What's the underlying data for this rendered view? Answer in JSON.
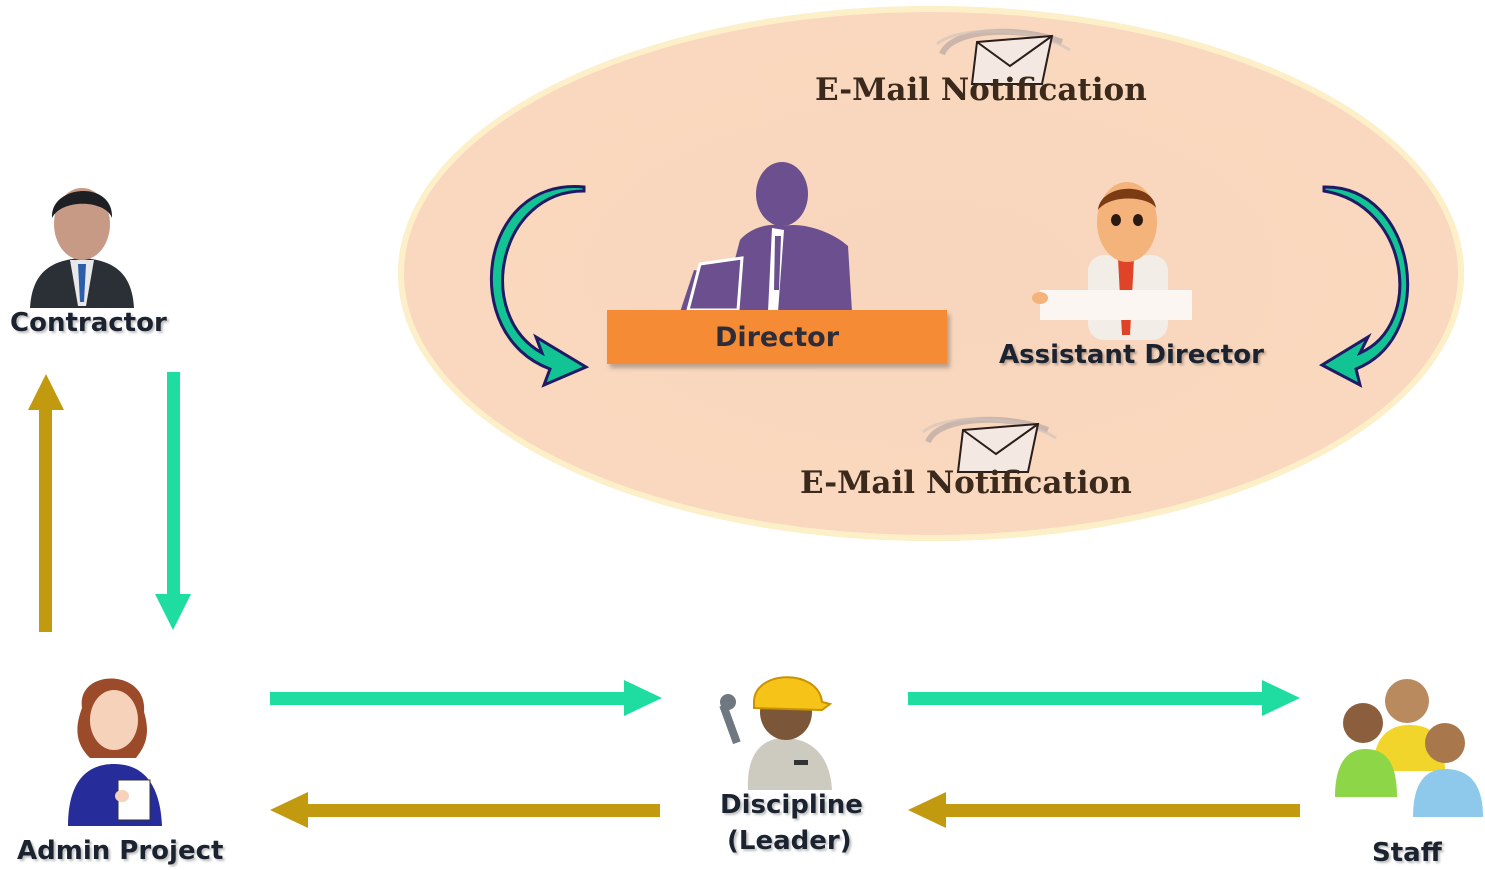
{
  "nodes": {
    "contractor": "Contractor",
    "admin_project": "Admin Project",
    "discipline_line1": "Discipline",
    "discipline_line2": "(Leader)",
    "staff": "Staff",
    "director": "Director",
    "assistant_director": "Assistant Director"
  },
  "notifications": {
    "top": "E-Mail Notification",
    "bottom": "E-Mail Notification"
  },
  "colors": {
    "forward_arrow": "#1fdca0",
    "return_arrow": "#c29a0f",
    "director_box": "#f68b35",
    "ellipse_fill": "#f8d6bd",
    "curved_arrow": "#12c394"
  },
  "icons": [
    "contractor-businessman-icon",
    "admin-woman-icon",
    "discipline-worker-icon",
    "staff-group-icon",
    "director-silhouette-icon",
    "assistant-director-icon",
    "email-envelope-icon"
  ]
}
